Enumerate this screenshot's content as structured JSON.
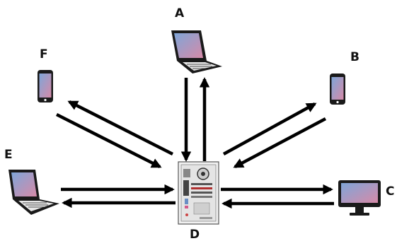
{
  "nodes": {
    "A": {
      "label": "A",
      "device": "laptop-icon"
    },
    "B": {
      "label": "B",
      "device": "smartphone-icon"
    },
    "C": {
      "label": "C",
      "device": "monitor-icon"
    },
    "D": {
      "label": "D",
      "device": "desktop-tower-icon"
    },
    "E": {
      "label": "E",
      "device": "laptop-icon"
    },
    "F": {
      "label": "F",
      "device": "smartphone-icon"
    }
  },
  "edges": [
    {
      "from": "D",
      "to": "A"
    },
    {
      "from": "A",
      "to": "D"
    },
    {
      "from": "D",
      "to": "B"
    },
    {
      "from": "B",
      "to": "D"
    },
    {
      "from": "D",
      "to": "C"
    },
    {
      "from": "C",
      "to": "D"
    },
    {
      "from": "D",
      "to": "E"
    },
    {
      "from": "E",
      "to": "D"
    },
    {
      "from": "D",
      "to": "F"
    },
    {
      "from": "F",
      "to": "D"
    }
  ],
  "colors": {
    "screen_top": "#7fa6d8",
    "screen_bottom": "#d68aa8",
    "device_body": "#1a1a1a",
    "arrow": "#000000"
  }
}
